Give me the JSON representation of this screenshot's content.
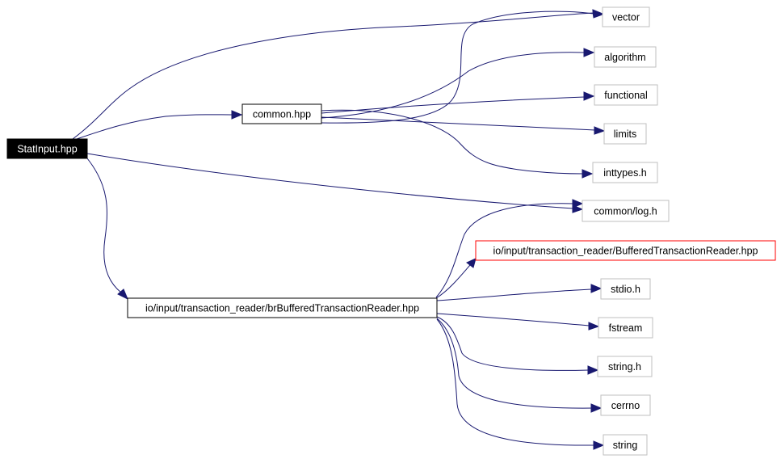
{
  "diagram": {
    "colors": {
      "edge": "#191970",
      "root_fill": "#000000",
      "root_text": "#ffffff",
      "node_border": "#000000",
      "missing_border": "#bfbfbf",
      "highlight_border": "#ff0000"
    },
    "nodes": {
      "statinput": "StatInput.hpp",
      "common": "common.hpp",
      "vector": "vector",
      "algorithm": "algorithm",
      "functional": "functional",
      "limits": "limits",
      "inttypes": "inttypes.h",
      "log": "common/log.h",
      "buffered": "io/input/transaction_reader/BufferedTransactionReader.hpp",
      "brbuffered": "io/input/transaction_reader/brBufferedTransactionReader.hpp",
      "stdio": "stdio.h",
      "fstream": "fstream",
      "stringh": "string.h",
      "cerrno": "cerrno",
      "string": "string"
    }
  }
}
